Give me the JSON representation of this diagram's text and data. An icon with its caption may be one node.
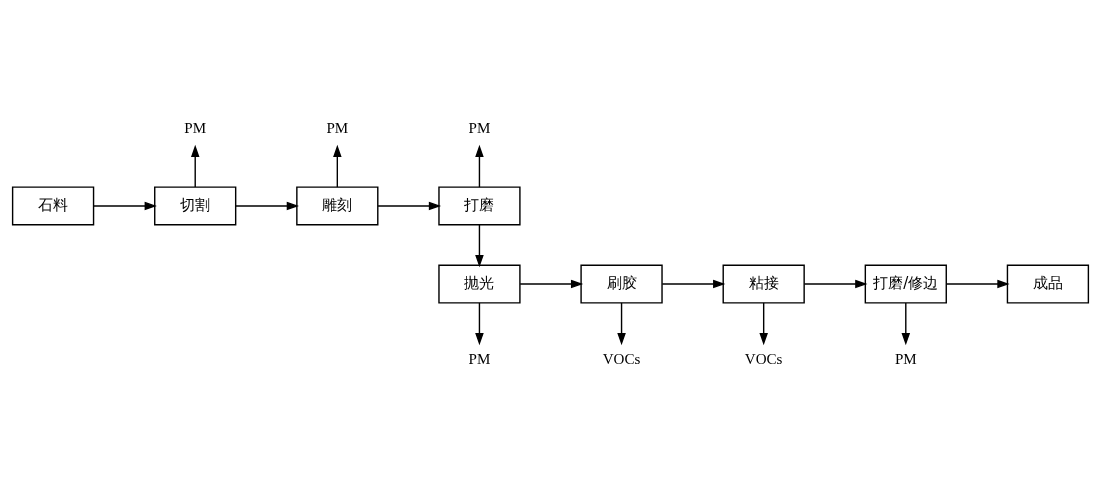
{
  "diagram": {
    "nodes": [
      {
        "text": [
          "石料"
        ]
      },
      {
        "text": [
          "切割"
        ]
      },
      {
        "text": [
          "雕刻"
        ]
      },
      {
        "text": [
          "打磨"
        ]
      },
      {
        "text": [
          "抛光"
        ]
      },
      {
        "text": [
          "刷胶"
        ]
      },
      {
        "text": [
          "粘接"
        ]
      },
      {
        "text": [
          "打磨/修边"
        ]
      },
      {
        "text": [
          "成品"
        ]
      },
      {
        "text": [
          "PM"
        ]
      },
      {
        "text": [
          "PM"
        ]
      },
      {
        "text": [
          "PM"
        ]
      },
      {
        "text": [
          "PM"
        ]
      },
      {
        "text": [
          "VOCs"
        ]
      },
      {
        "text": [
          "VOCs"
        ]
      },
      {
        "text": [
          "PM"
        ]
      }
    ],
    "edges": [
      {
        "from": 0,
        "to": 1,
        "arrow": "to"
      },
      {
        "from": 1,
        "to": 2,
        "arrow": "to"
      },
      {
        "from": 2,
        "to": 3,
        "arrow": "to"
      },
      {
        "from": 3,
        "to": 4,
        "arrow": "to"
      },
      {
        "from": 4,
        "to": 5,
        "arrow": "to"
      },
      {
        "from": 5,
        "to": 6,
        "arrow": "to"
      },
      {
        "from": 6,
        "to": 7,
        "arrow": "to"
      },
      {
        "from": 7,
        "to": 8,
        "arrow": "to"
      },
      {
        "from": 1,
        "to": 9,
        "arrow": "to"
      },
      {
        "from": 2,
        "to": 10,
        "arrow": "to"
      },
      {
        "from": 3,
        "to": 11,
        "arrow": "to"
      },
      {
        "from": 4,
        "to": 12,
        "arrow": "to"
      },
      {
        "from": 5,
        "to": 13,
        "arrow": "to"
      },
      {
        "from": 6,
        "to": 14,
        "arrow": "to"
      },
      {
        "from": 7,
        "to": 15,
        "arrow": "to"
      }
    ]
  }
}
